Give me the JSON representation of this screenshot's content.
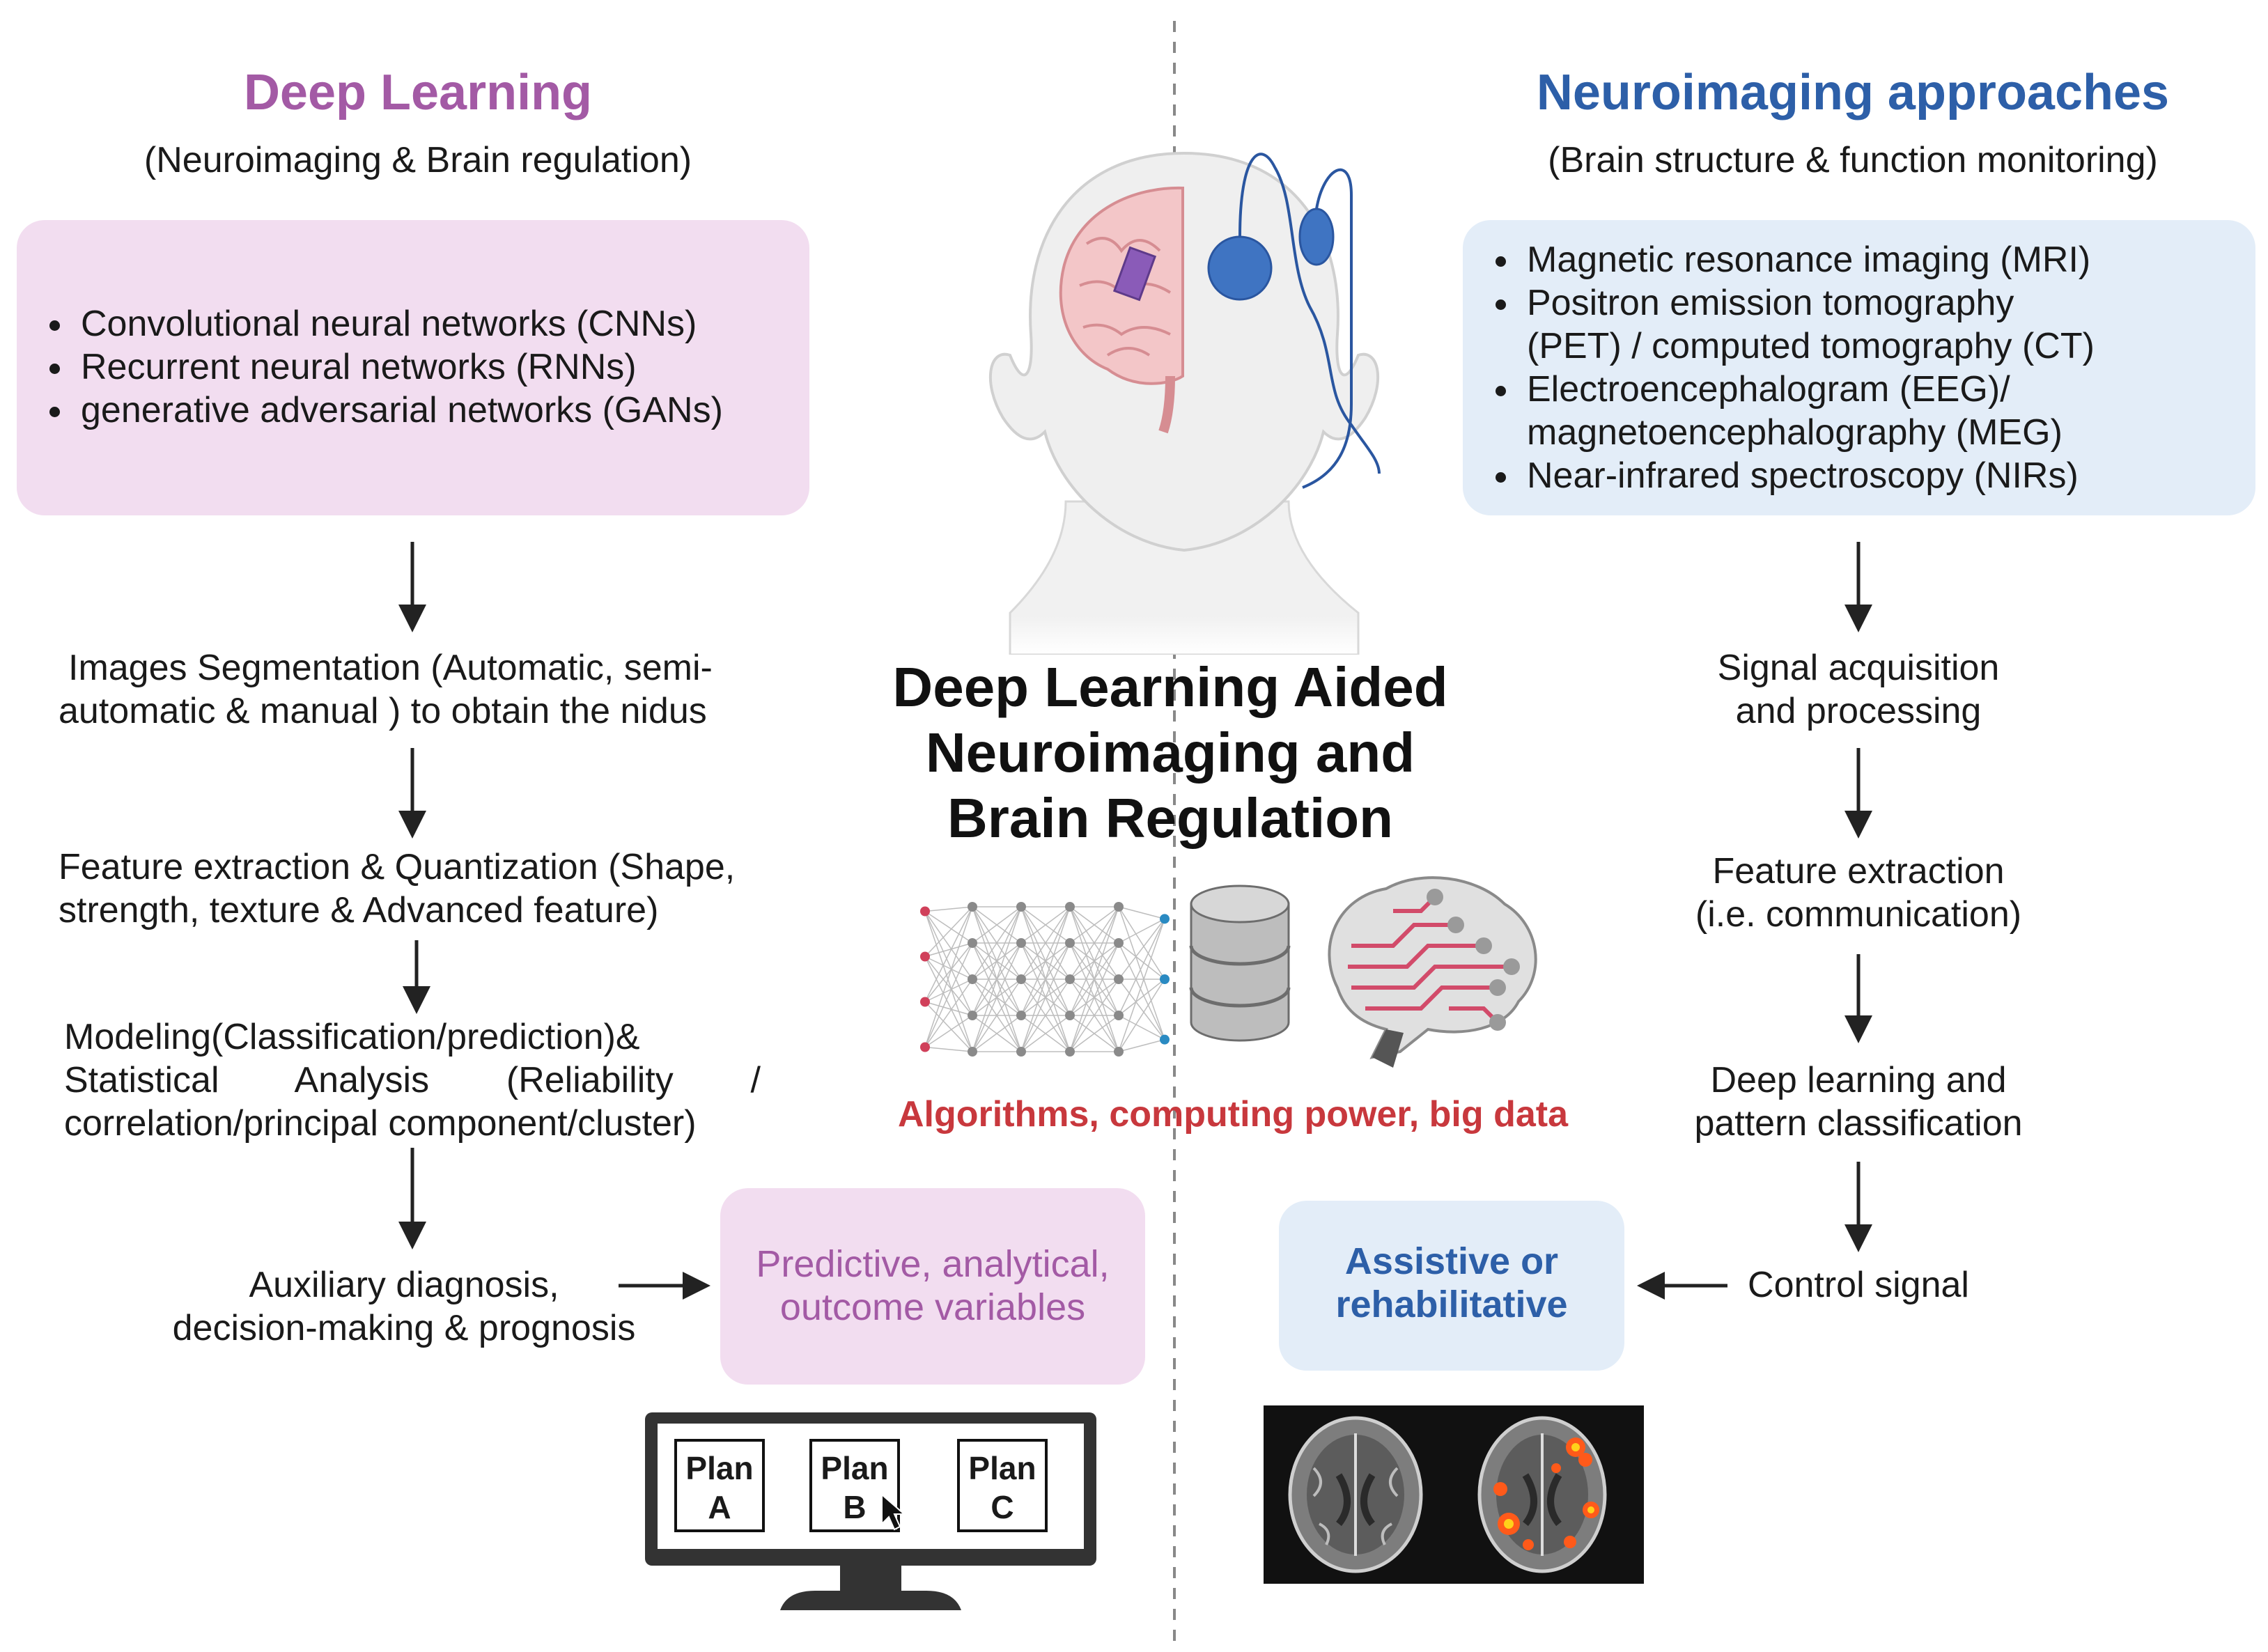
{
  "left": {
    "title": "Deep Learning",
    "subtitle": "(Neuroimaging & Brain regulation)",
    "methods": [
      "Convolutional neural networks (CNNs)",
      "Recurrent neural networks (RNNs)",
      "generative adversarial networks (GANs)"
    ],
    "steps": [
      [
        "Images Segmentation (Automatic, semi-",
        "automatic & manual ) to obtain the nidus"
      ],
      [
        "Feature extraction & Quantization (Shape,",
        "strength, texture & Advanced feature)"
      ],
      [
        "Modeling(Classification/prediction)&",
        "Statistical Analysis (Reliability /",
        "correlation/principal component/cluster)"
      ],
      [
        "Auxiliary diagnosis,",
        "decision-making & prognosis"
      ]
    ],
    "outcome": [
      "Predictive, analytical,",
      "outcome variables"
    ]
  },
  "right": {
    "title": "Neuroimaging approaches",
    "subtitle": "(Brain structure & function monitoring)",
    "methods": [
      [
        "Magnetic resonance imaging (MRI)"
      ],
      [
        "Positron emission tomography",
        "(PET) / computed tomography (CT)"
      ],
      [
        "Electroencephalogram (EEG)/",
        "magnetoencephalography (MEG)"
      ],
      [
        "Near-infrared spectroscopy (NIRs)"
      ]
    ],
    "steps": [
      [
        "Signal acquisition",
        "and processing"
      ],
      [
        "Feature extraction",
        "(i.e. communication)"
      ],
      [
        "Deep learning and",
        "pattern classification"
      ],
      [
        "Control signal"
      ]
    ],
    "outcome": [
      "Assistive or",
      "rehabilitative"
    ]
  },
  "center": {
    "title": [
      "Deep Learning Aided",
      "Neuroimaging and",
      "Brain Regulation"
    ],
    "tagline": "Algorithms, computing power, big data",
    "plans": [
      [
        "Plan",
        "A"
      ],
      [
        "Plan",
        "B"
      ],
      [
        "Plan",
        "C"
      ]
    ]
  },
  "colors": {
    "deep_learning": "#a35aa5",
    "neuroimaging": "#2d5fa8",
    "pink_box": "#f2ddf0",
    "blue_box": "#e3edf8",
    "tagline": "#c8383d"
  },
  "icons": [
    "brain-headset-icon",
    "neural-network-icon",
    "database-icon",
    "circuit-brain-icon",
    "monitor-icon",
    "cursor-icon",
    "brain-scan-icon"
  ]
}
